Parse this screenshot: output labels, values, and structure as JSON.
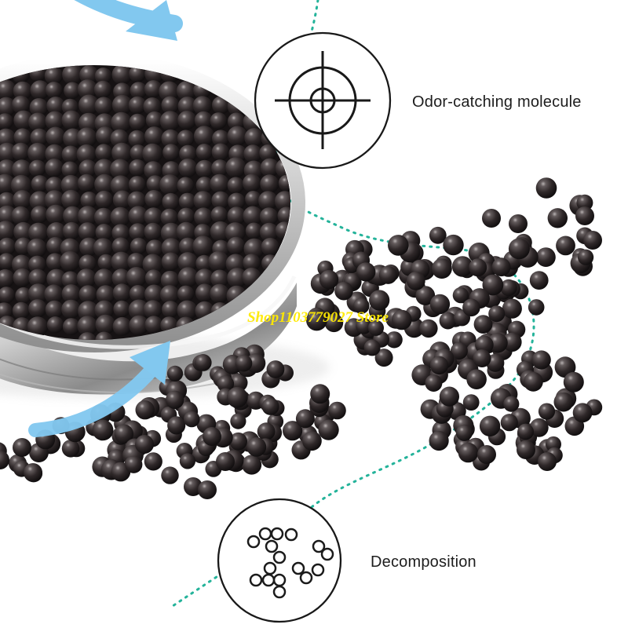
{
  "labels": {
    "odor_molecule": "Odor-catching molecule",
    "decomposition": "Decomposition"
  },
  "watermark": {
    "text": "Shop1103779027 Store"
  },
  "colors": {
    "background": "#ffffff",
    "pellet": "#2b2424",
    "arrow": "#7fc7f0",
    "dotted_path": "#24b39a",
    "icon_stroke": "#1a1a1a"
  },
  "icons": {
    "target_icon": "crosshair-target-icon",
    "decomposition_icon": "molecule-rings-icon"
  }
}
